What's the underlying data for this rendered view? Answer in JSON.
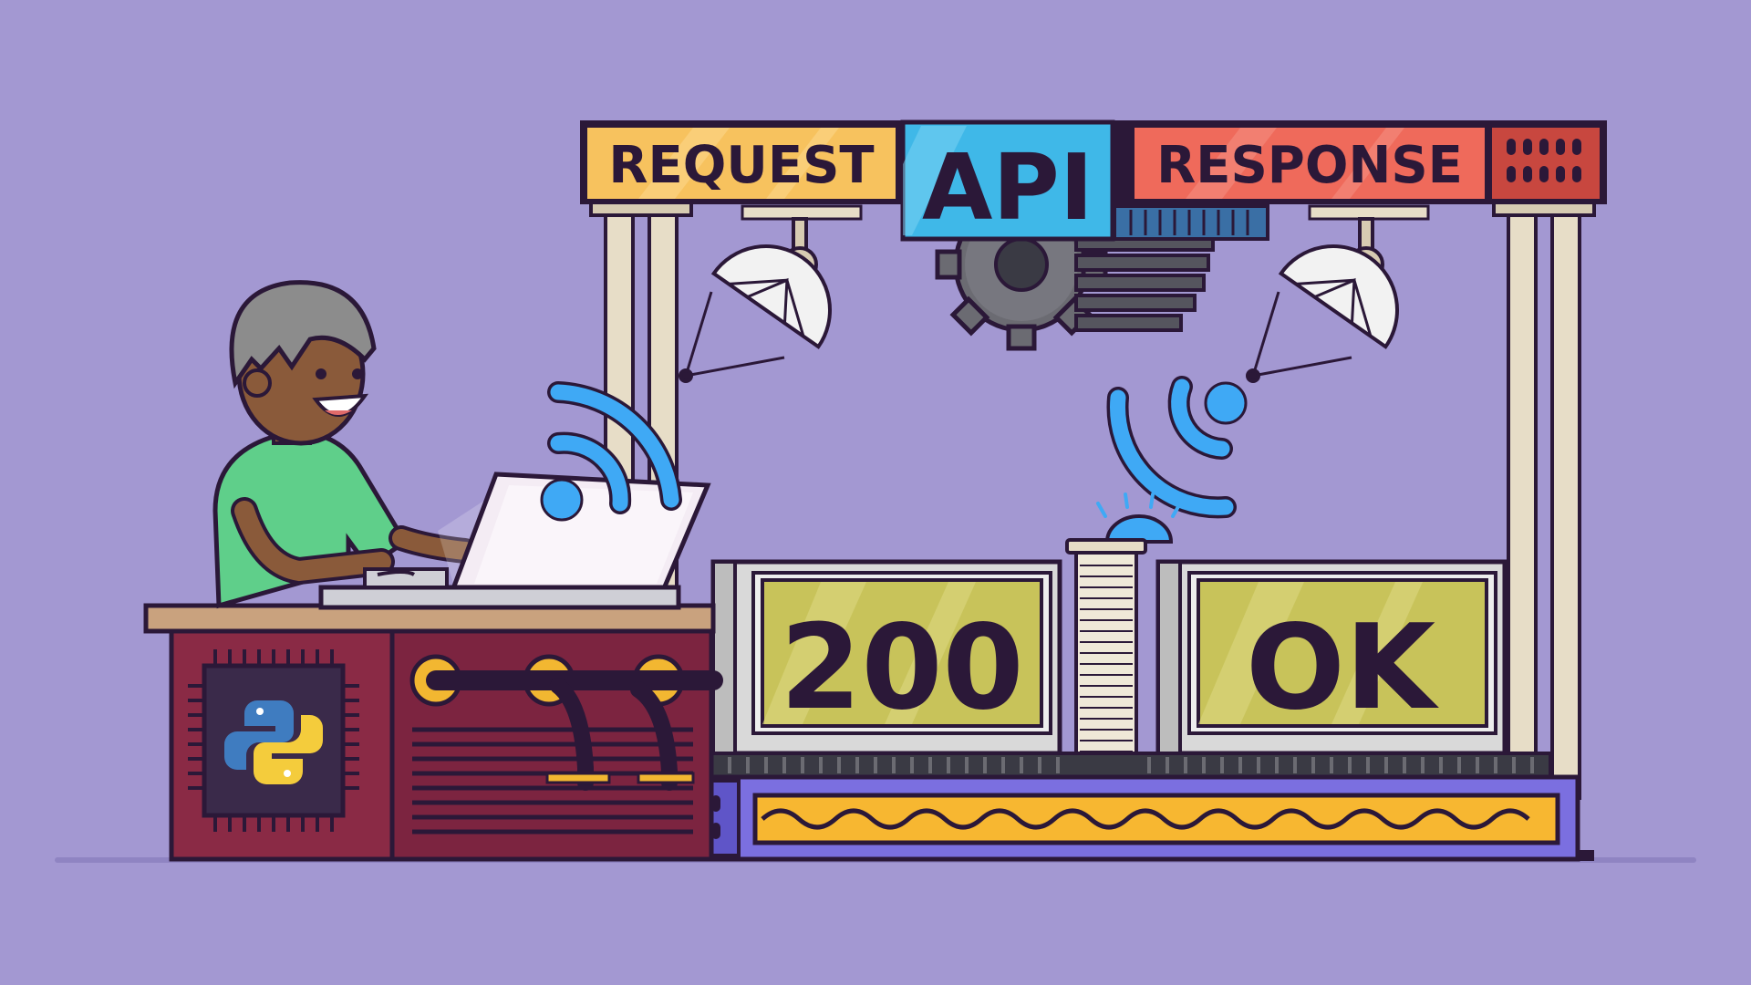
{
  "colors": {
    "background": "#a398d2",
    "outline": "#2b1838",
    "request_sign": "#f7c25e",
    "api_sign": "#3fb8e8",
    "response_sign": "#ef6a5b",
    "screen": "#c8c35a",
    "wifi": "#3fa9f5",
    "desk_top": "#c9a27e",
    "desk_body": "#8a2a45",
    "tshirt": "#5fcf8a",
    "lamp": "#f2f2f2",
    "conveyor": "#f7b731",
    "base": "#7b6fe0"
  },
  "signs": {
    "request": "REQUEST",
    "api": "API",
    "response": "RESPONSE"
  },
  "status": {
    "code": "200",
    "text": "OK"
  },
  "icons": {
    "python_logo": "python-logo-icon",
    "gear": "gear-icon",
    "wifi_send": "wifi-signal-icon",
    "wifi_receive": "wifi-signal-icon",
    "siren": "siren-light-icon",
    "lamp": "spotlight-lamp-icon",
    "laptop": "laptop-icon"
  }
}
